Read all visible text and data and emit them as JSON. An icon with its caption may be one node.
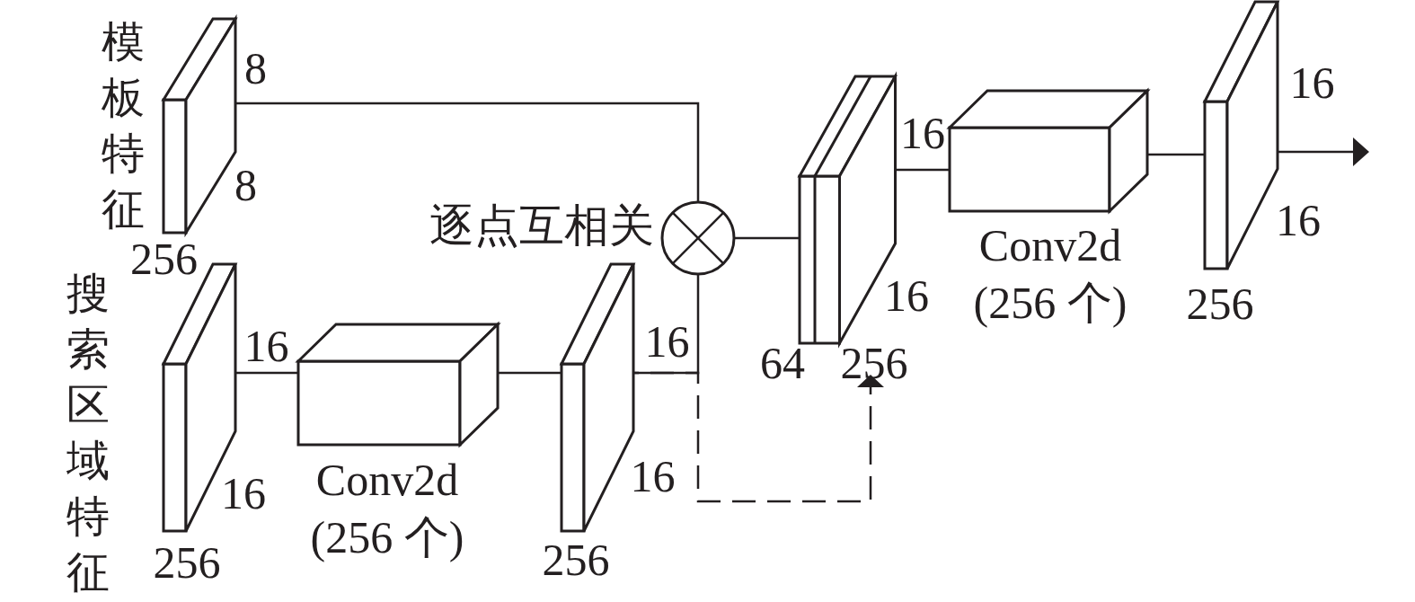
{
  "diagram": {
    "nodes": [
      {
        "text": [
          "模板特征"
        ],
        "beside": [
          "8",
          "8",
          "256"
        ]
      },
      {
        "text": [
          "搜索区域特征"
        ],
        "beside": [
          "16",
          "16",
          "256"
        ]
      },
      {
        "text": [
          "Conv2d (256 个)"
        ]
      },
      {
        "text": [],
        "shape": "box",
        "beside": [
          "16",
          "16",
          "256"
        ]
      },
      {
        "text": [
          "逐点互相关"
        ]
      },
      {
        "text": [],
        "shape": "box",
        "beside": [
          "16",
          "16",
          "64",
          "256"
        ]
      },
      {
        "text": [
          "Conv2d (256 个)"
        ]
      },
      {
        "text": [],
        "shape": "box",
        "beside": [
          "16",
          "16",
          "256"
        ]
      }
    ],
    "edges": [
      {
        "from": 0,
        "to": 4,
        "arrow": "none"
      },
      {
        "from": 1,
        "to": 2,
        "arrow": "none"
      },
      {
        "from": 2,
        "to": 3,
        "arrow": "none"
      },
      {
        "from": 3,
        "to": 4,
        "arrow": "none"
      },
      {
        "from": 4,
        "to": 5,
        "arrow": "none"
      },
      {
        "from": 5,
        "to": 6,
        "arrow": "none"
      },
      {
        "from": 6,
        "to": 7,
        "arrow": "none"
      },
      {
        "from": 7,
        "to": null,
        "arrow": "to"
      },
      {
        "from": 3,
        "to": 5,
        "arrow": "to",
        "style": "dashed"
      }
    ]
  }
}
